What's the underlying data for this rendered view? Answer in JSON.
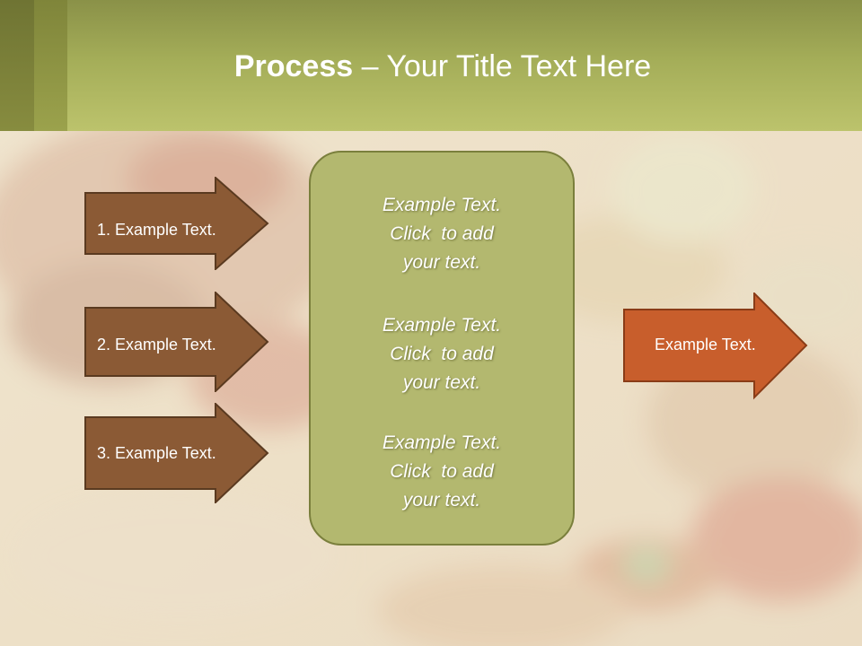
{
  "title": {
    "bold": "Process",
    "rest": " – Your Title Text Here"
  },
  "left_arrows": [
    {
      "label": "1. Example Text."
    },
    {
      "label": "2. Example Text."
    },
    {
      "label": "3. Example Text."
    }
  ],
  "center_box": {
    "blocks": [
      {
        "line1": "Example Text.",
        "line2": "Click  to add",
        "line3": "your text."
      },
      {
        "line1": "Example Text.",
        "line2": "Click  to add",
        "line3": "your text."
      },
      {
        "line1": "Example Text.",
        "line2": "Click  to add",
        "line3": "your text."
      }
    ]
  },
  "right_arrow": {
    "label": "Example Text."
  },
  "colors": {
    "header": "#a4ad58",
    "left_arrow_fill": "#8b5a35",
    "right_arrow_fill": "#c85e2c",
    "center_box_fill": "#b3b86f"
  }
}
